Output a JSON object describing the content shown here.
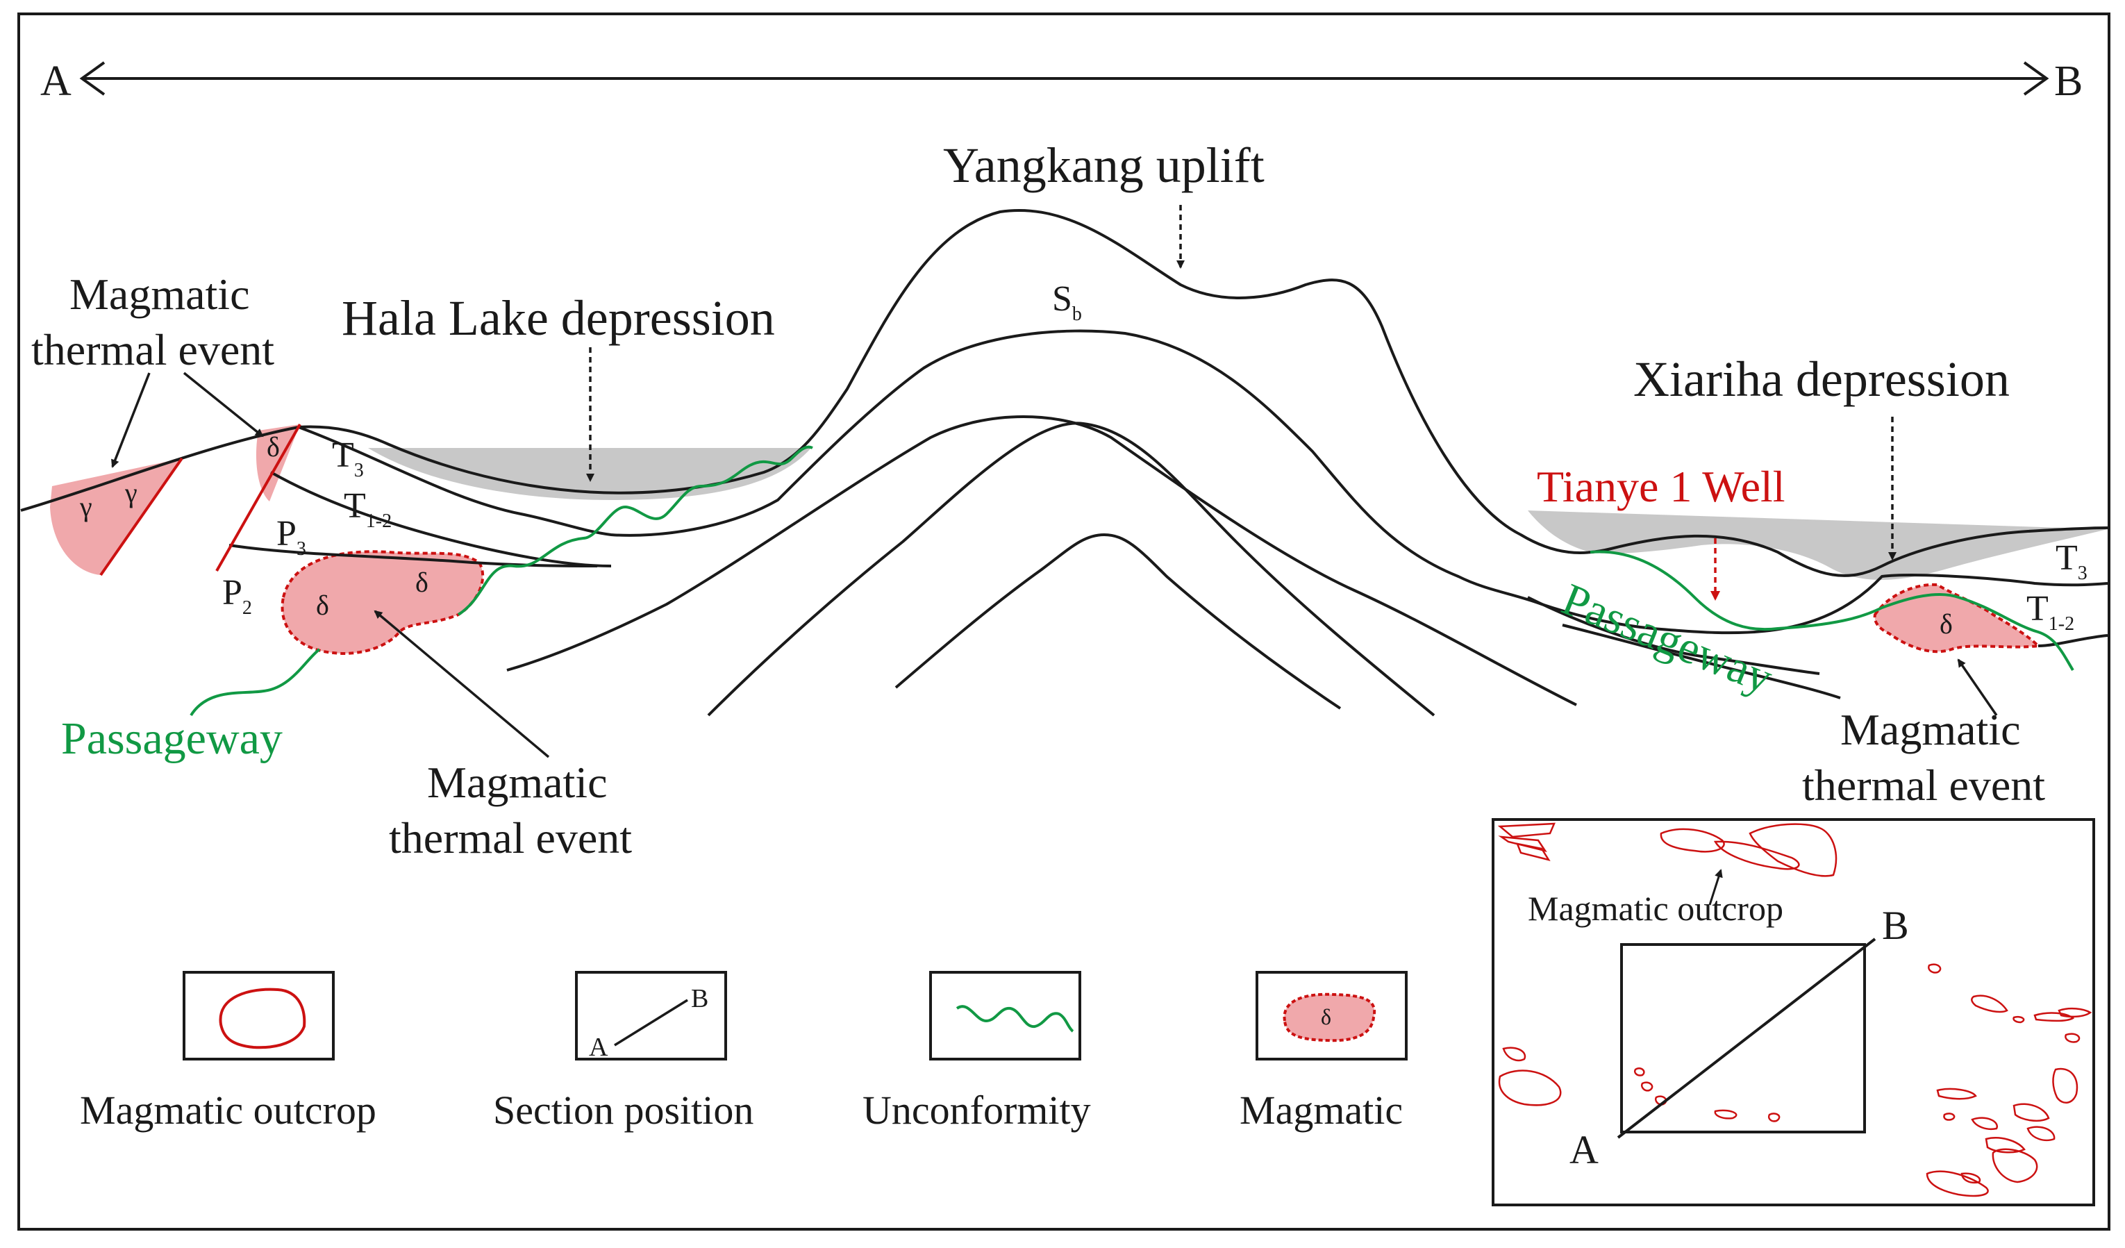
{
  "section": {
    "start": "A",
    "end": "B"
  },
  "labels": {
    "yangkang_uplift": "Yangkang uplift",
    "hala_lake_depression": "Hala Lake depression",
    "xiariha_depression": "Xiariha depression",
    "tianye_well": "Tianye 1 Well",
    "magmatic": "Magmatic",
    "thermal_event": "thermal event",
    "passageway": "Passageway",
    "strata": {
      "T": "T",
      "P": "P",
      "S": "S",
      "sub_3": "3",
      "sub_12": "1-2",
      "sub_2": "2",
      "sub_b": "b"
    },
    "gamma": "γ",
    "delta": "δ"
  },
  "legend": {
    "outcrop": "Magmatic outcrop",
    "section": "Section position",
    "unconformity": "Unconformity",
    "magmatic": "Magmatic",
    "mini_a": "A",
    "mini_b": "B"
  },
  "inset": {
    "outcrop_label": "Magmatic outcrop",
    "point_a": "A",
    "point_b": "B"
  },
  "colors": {
    "line": "#1a1a1a",
    "fault": "#cc1111",
    "magmatic_fill": "#f0a8ab",
    "magmatic_border": "#cc1111",
    "unconformity": "#119944",
    "depression_fill": "#c8c8c8",
    "well": "#cc1111"
  }
}
